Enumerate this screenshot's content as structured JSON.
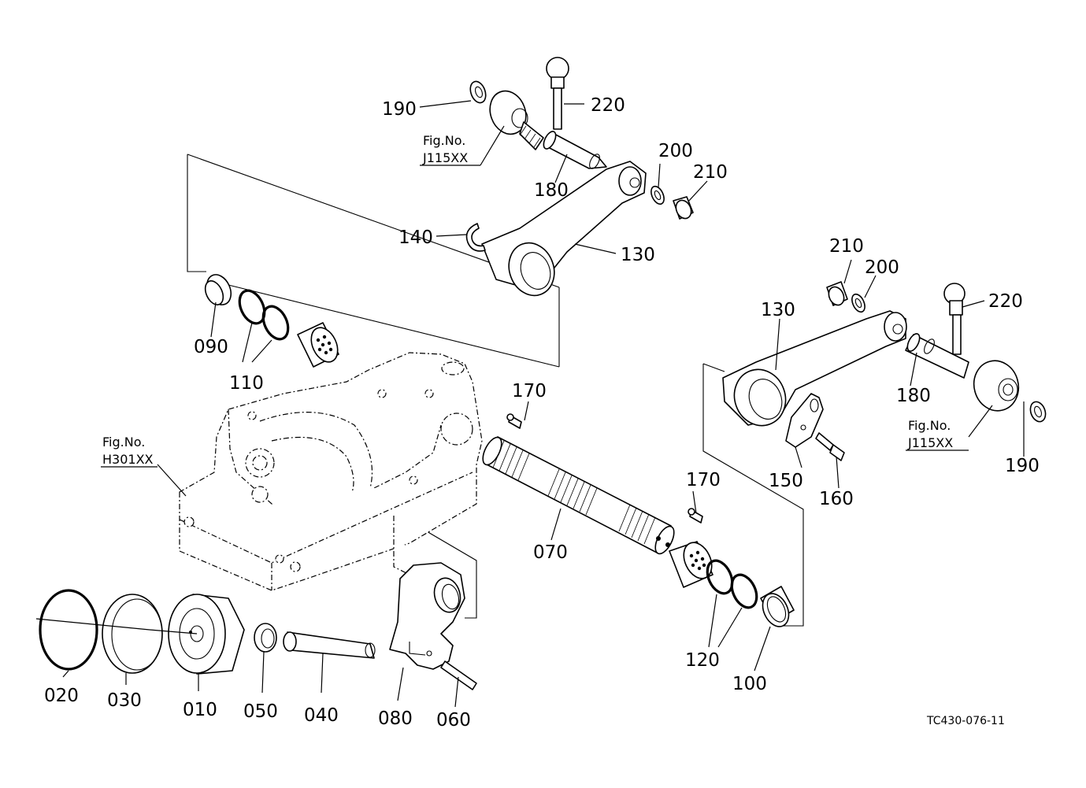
{
  "labels": {
    "p010": "010",
    "p020": "020",
    "p030": "030",
    "p040": "040",
    "p050": "050",
    "p060": "060",
    "p070": "070",
    "p080": "080",
    "p090": "090",
    "p100": "100",
    "p110": "110",
    "p120": "120",
    "p130_top": "130",
    "p130_right": "130",
    "p140": "140",
    "p150": "150",
    "p160": "160",
    "p170_a": "170",
    "p170_b": "170",
    "p180_top": "180",
    "p180_right": "180",
    "p190_top": "190",
    "p190_right": "190",
    "p200_top": "200",
    "p200_right": "200",
    "p210_top": "210",
    "p210_right": "210",
    "p220_top": "220",
    "p220_right": "220"
  },
  "figure_refs": {
    "j115_top": {
      "line1": "Fig.No.",
      "line2": "J115XX"
    },
    "j115_right": {
      "line1": "Fig.No.",
      "line2": "J115XX"
    },
    "h301": {
      "line1": "Fig.No.",
      "line2": "H301XX"
    }
  },
  "drawing_code": "TC430-076-11"
}
